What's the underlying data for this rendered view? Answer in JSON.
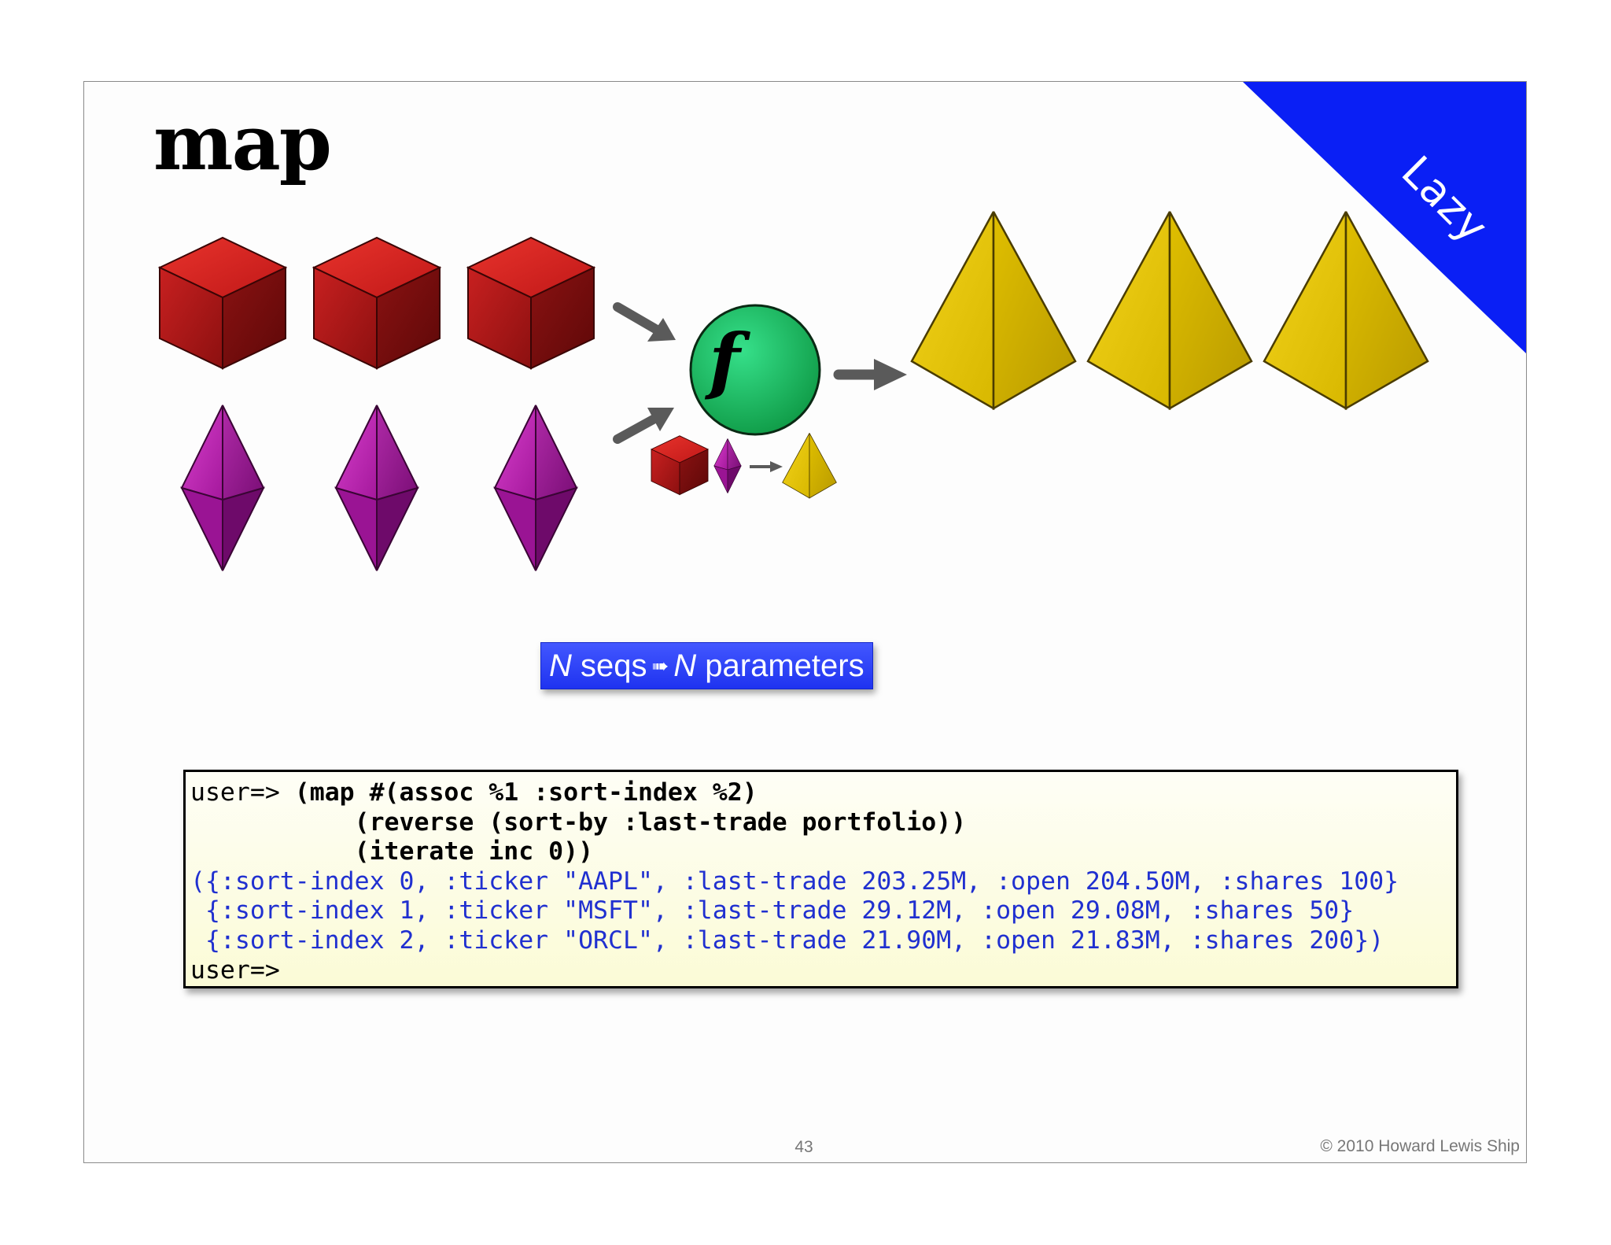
{
  "slide": {
    "title": "map",
    "banner": "Lazy",
    "function_label": "f",
    "callout": {
      "n1": "N",
      "text1": " seqs",
      "arrow": "➠",
      "n2": "N",
      "text2": " parameters"
    },
    "repl": {
      "prompt": "user=> ",
      "input_lines": [
        "(map #(assoc %1 :sort-index %2)",
        "          (reverse (sort-by :last-trade portfolio))",
        "          (iterate inc 0))"
      ],
      "indent": "           ",
      "output_lines": [
        "({:sort-index 0, :ticker \"AAPL\", :last-trade 203.25M, :open 204.50M, :shares 100}",
        " {:sort-index 1, :ticker \"MSFT\", :last-trade 29.12M, :open 29.08M, :shares 50}",
        " {:sort-index 2, :ticker \"ORCL\", :last-trade 21.90M, :open 21.83M, :shares 200})"
      ],
      "final_prompt": "user=>"
    },
    "page_number": "43",
    "copyright": "© 2010 Howard Lewis Ship"
  },
  "colors": {
    "banner": "#0a1ff5",
    "cube": "#c0191a",
    "octahedron": "#a0189a",
    "pyramid": "#e5c300",
    "function_circle": "#18b25a",
    "arrow": "#5a5a5a",
    "code_output": "#2030d0"
  }
}
